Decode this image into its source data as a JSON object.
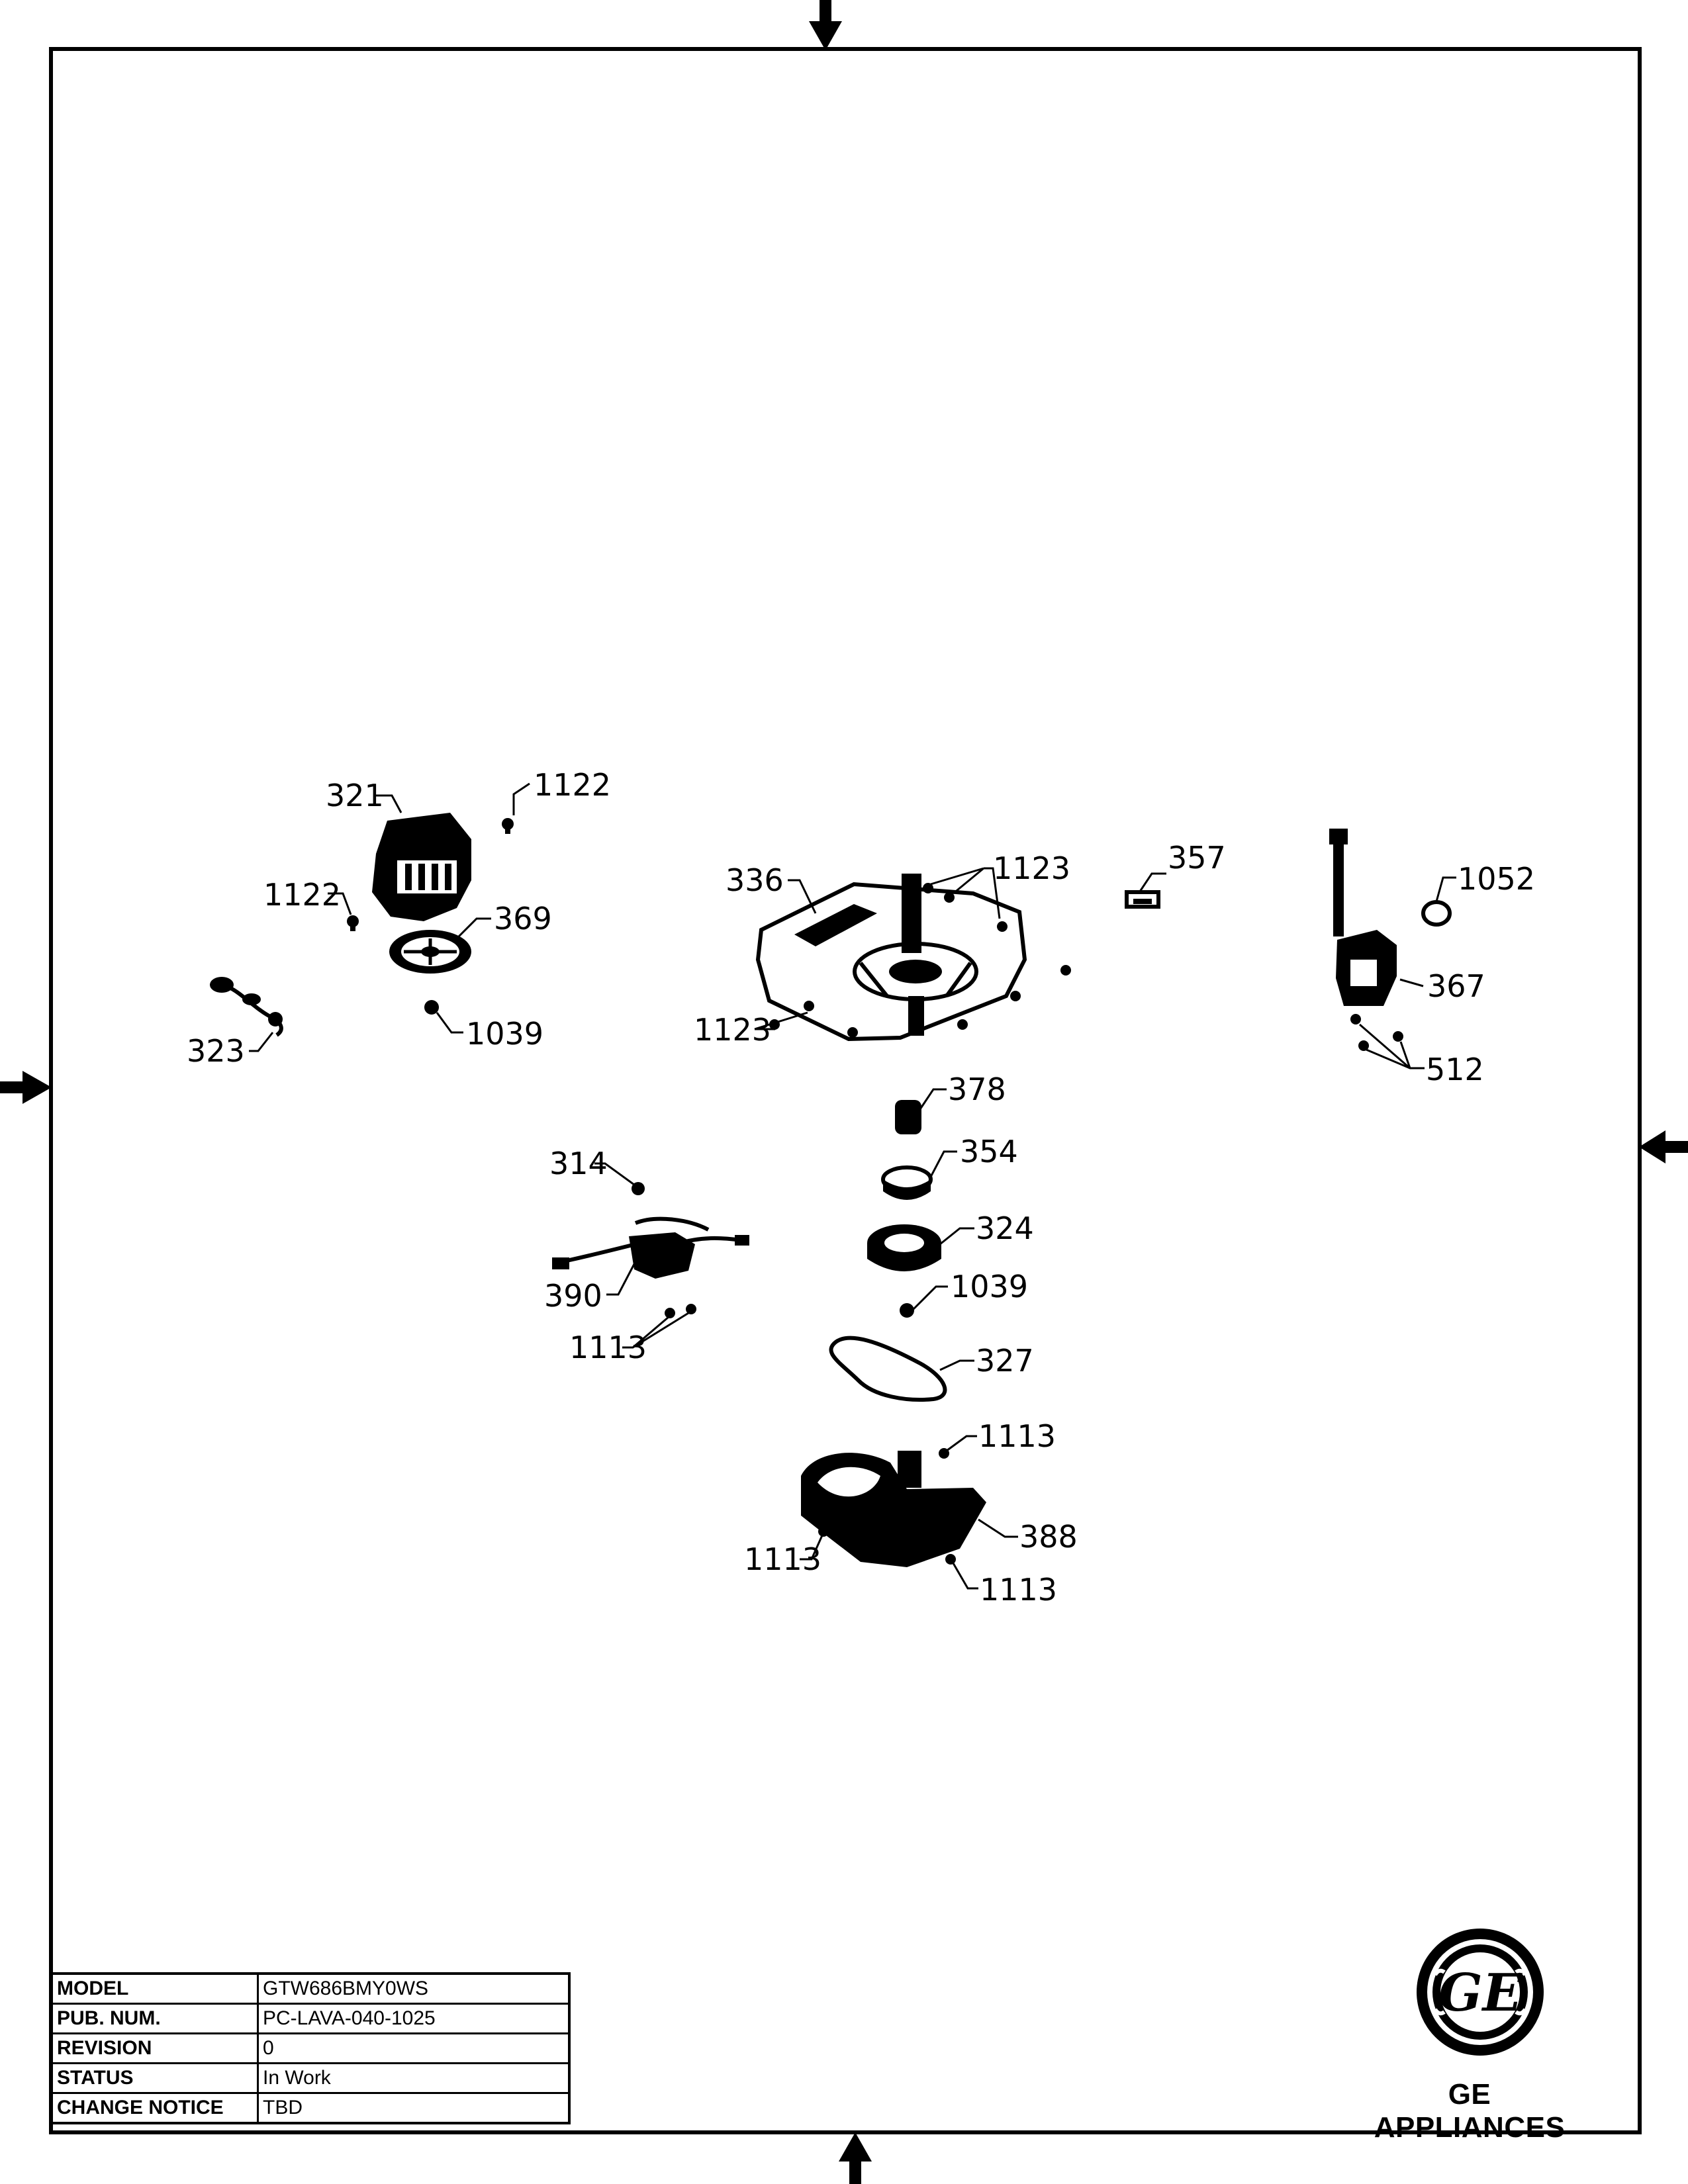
{
  "callouts": {
    "c321": "321",
    "c1122a": "1122",
    "c1122b": "1122",
    "c369": "369",
    "c323": "323",
    "c1039a": "1039",
    "c336": "336",
    "c1123a": "1123",
    "c1123b": "1123",
    "c357": "357",
    "c1052": "1052",
    "c367": "367",
    "c512": "512",
    "c378": "378",
    "c354": "354",
    "c314": "314",
    "c324": "324",
    "c390": "390",
    "c1039b": "1039",
    "c1113a": "1113",
    "c327": "327",
    "c1113b": "1113",
    "c388": "388",
    "c1113c": "1113",
    "c1113d": "1113"
  },
  "title_block": {
    "rows": [
      {
        "label": "MODEL",
        "value": "GTW686BMY0WS"
      },
      {
        "label": "PUB. NUM.",
        "value": "PC-LAVA-040-1025"
      },
      {
        "label": "REVISION",
        "value": "0"
      },
      {
        "label": "STATUS",
        "value": "In Work"
      },
      {
        "label": "CHANGE NOTICE",
        "value": "TBD"
      }
    ]
  },
  "brand": {
    "monogram": "GE",
    "name": "GE APPLIANCES"
  },
  "colors": {
    "ink": "#000000",
    "paper": "#ffffff"
  }
}
